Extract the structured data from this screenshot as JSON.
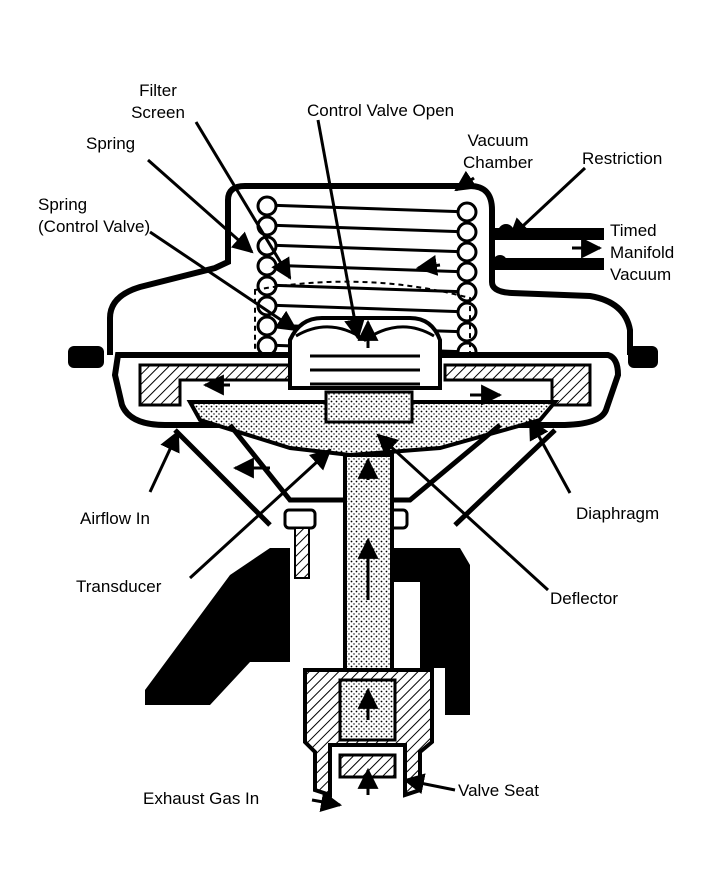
{
  "labels": {
    "filter_screen_1": "Filter",
    "filter_screen_2": "Screen",
    "control_valve_open": "Control Valve Open",
    "spring": "Spring",
    "vacuum_chamber_1": "Vacuum",
    "vacuum_chamber_2": "Chamber",
    "restriction": "Restriction",
    "spring_control_valve_1": "Spring",
    "spring_control_valve_2": "(Control Valve)",
    "timed_manifold_vacuum_1": "Timed",
    "timed_manifold_vacuum_2": "Manifold",
    "timed_manifold_vacuum_3": "Vacuum",
    "airflow_in": "Airflow In",
    "diaphragm": "Diaphragm",
    "transducer": "Transducer",
    "deflector": "Deflector",
    "exhaust_gas_in": "Exhaust Gas In",
    "valve_seat": "Valve Seat"
  },
  "colors": {
    "ink": "#000000",
    "paper": "#ffffff"
  }
}
